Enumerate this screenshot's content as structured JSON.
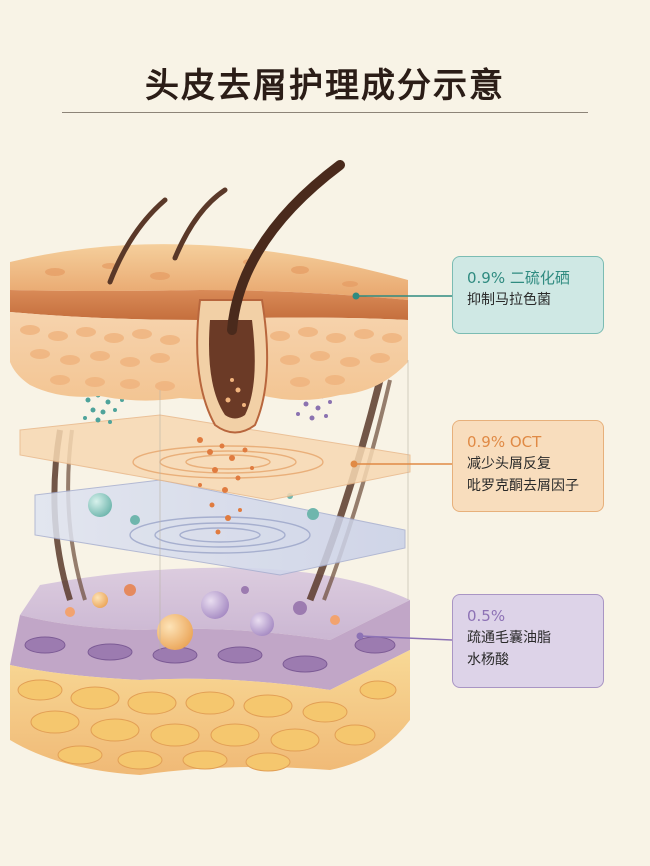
{
  "title": "头皮去屑护理成分示意",
  "callouts": [
    {
      "head": "0.9% 二硫化硒",
      "lines": [
        "抑制马拉色菌"
      ],
      "color": "#2f8b80"
    },
    {
      "head": "0.9% OCT",
      "lines": [
        "减少头屑反复",
        "吡罗克酮去屑因子"
      ],
      "color": "#e08a45"
    },
    {
      "head": "0.5%",
      "lines": [
        "疏通毛囊油脂",
        "水杨酸"
      ],
      "color": "#8d72b5"
    }
  ]
}
